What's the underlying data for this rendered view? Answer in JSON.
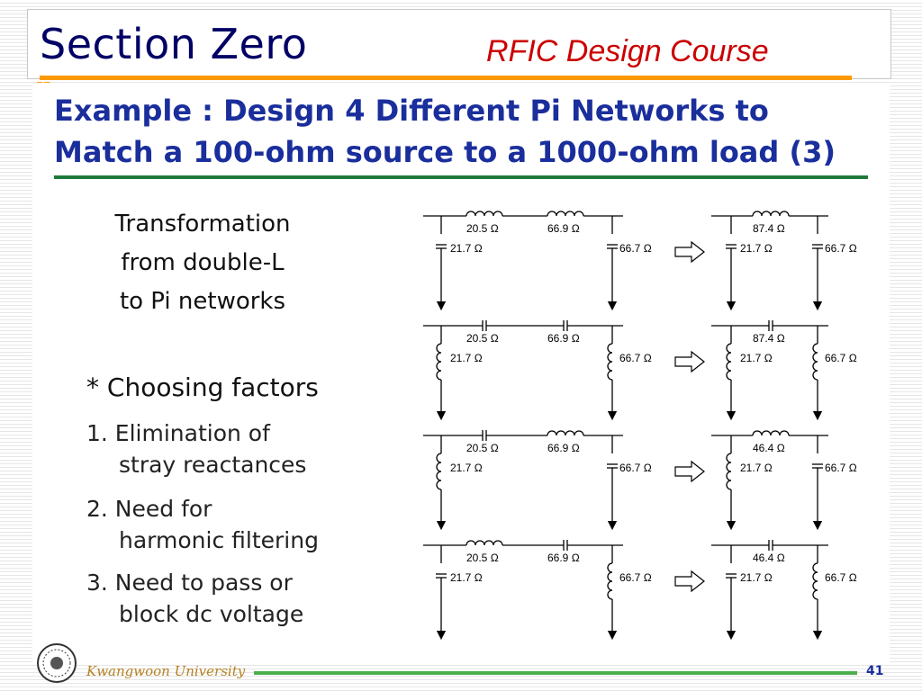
{
  "header": {
    "section_title": "Section Zero",
    "course_title": "RFIC Design Course"
  },
  "example": {
    "line1": "Example : Design 4 Different Pi Networks to",
    "line2": "Match a 100-ohm source to a 1000-ohm load (3)"
  },
  "left": {
    "transformation": [
      "Transformation",
      "from double-L",
      "to Pi networks"
    ],
    "choosing_factors": "* Choosing factors",
    "factors": [
      {
        "line1": "1. Elimination of",
        "line2": "stray reactances"
      },
      {
        "line1": "2. Need for",
        "line2": "harmonic filtering"
      },
      {
        "line1": "3. Need to pass or",
        "line2": "block dc voltage"
      }
    ]
  },
  "networks": [
    {
      "series1": "20.5  Ω",
      "series2": "66.9  Ω",
      "shunt_in": "21.7  Ω",
      "shunt_out": "66.7  Ω",
      "pi_series": "87.4  Ω",
      "pi_in": "21.7  Ω",
      "pi_out": "66.7  Ω"
    },
    {
      "series1": "20.5  Ω",
      "series2": "66.9  Ω",
      "shunt_in": "21.7  Ω",
      "shunt_out": "66.7  Ω",
      "pi_series": "87.4  Ω",
      "pi_in": "21.7  Ω",
      "pi_out": "66.7  Ω"
    },
    {
      "series1": "20.5  Ω",
      "series2": "66.9  Ω",
      "shunt_in": "21.7  Ω",
      "shunt_out": "66.7  Ω",
      "pi_series": "46.4  Ω",
      "pi_in": "21.7  Ω",
      "pi_out": "66.7  Ω"
    },
    {
      "series1": "20.5  Ω",
      "series2": "66.9  Ω",
      "shunt_in": "21.7  Ω",
      "shunt_out": "66.7  Ω",
      "pi_series": "46.4  Ω",
      "pi_in": "21.7  Ω",
      "pi_out": "66.7  Ω"
    }
  ],
  "footer": {
    "university": "Kwangwoon University",
    "page_number": "41"
  }
}
